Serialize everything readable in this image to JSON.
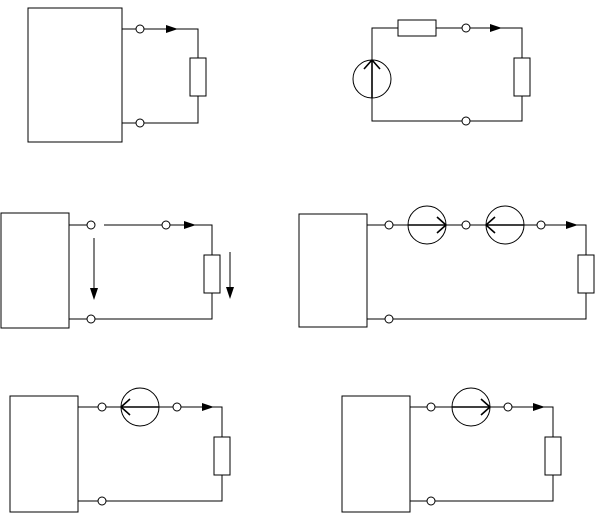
{
  "colors": {
    "ink": "#000000",
    "background": "#ffffff"
  },
  "panels": [
    {
      "id": "a",
      "elements": [
        "two-terminal-network",
        "terminal",
        "terminal",
        "current-arrow",
        "resistor"
      ]
    },
    {
      "id": "b",
      "elements": [
        "voltage-source",
        "resistor",
        "terminal",
        "current-arrow",
        "resistor",
        "terminal"
      ]
    },
    {
      "id": "c",
      "elements": [
        "two-terminal-network",
        "terminal",
        "terminal",
        "current-arrow",
        "voltage-arrow",
        "voltage-arrow",
        "resistor"
      ]
    },
    {
      "id": "d",
      "elements": [
        "two-terminal-network",
        "terminal",
        "voltage-source",
        "terminal",
        "voltage-source",
        "terminal",
        "current-arrow",
        "resistor"
      ]
    },
    {
      "id": "e",
      "elements": [
        "two-terminal-network",
        "terminal",
        "voltage-source",
        "terminal",
        "current-arrow",
        "resistor"
      ]
    },
    {
      "id": "f",
      "elements": [
        "two-terminal-network",
        "terminal",
        "voltage-source",
        "terminal",
        "current-arrow",
        "resistor"
      ]
    }
  ]
}
